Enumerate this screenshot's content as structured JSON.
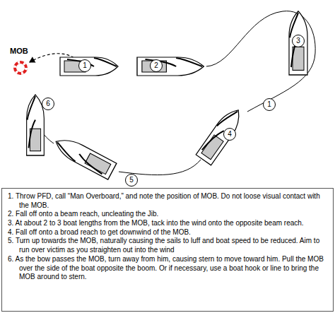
{
  "diagram": {
    "nodes": [
      {
        "text": [
          "1"
        ]
      },
      {
        "text": [
          "2"
        ]
      },
      {
        "text": [
          "3"
        ]
      },
      {
        "text": [
          "6"
        ]
      },
      {
        "text": [
          "1"
        ]
      },
      {
        "text": [
          "4"
        ]
      },
      {
        "text": [
          "5"
        ]
      },
      {
        "text": [
          "1. Throw PFD, call “Man Overboard,” and note the position of MOB. Do not loose visual contact with the MOB.",
          "2. Fall off onto a beam reach, uncleating the Jib.",
          "3. At about 2 to 3 boat lengths from the MOB, tack into the wind onto the opposite beam reach.",
          "4. Fall off onto a broad reach to get downwind of the MOB.",
          "5. Turn up towards the MOB, naturally causing the sails to luff and boat speed to be reduced. Aim to run over victim as you straighten out into the wind",
          "6. As the bow passes the MOB, turn away from him, causing stern to move toward him. Pull the MOB over the side of the boat opposite the boom. Or if necessary, use a boat hook or line to bring the MOB around to stern."
        ]
      }
    ],
    "labels": [
      "MOB"
    ]
  }
}
